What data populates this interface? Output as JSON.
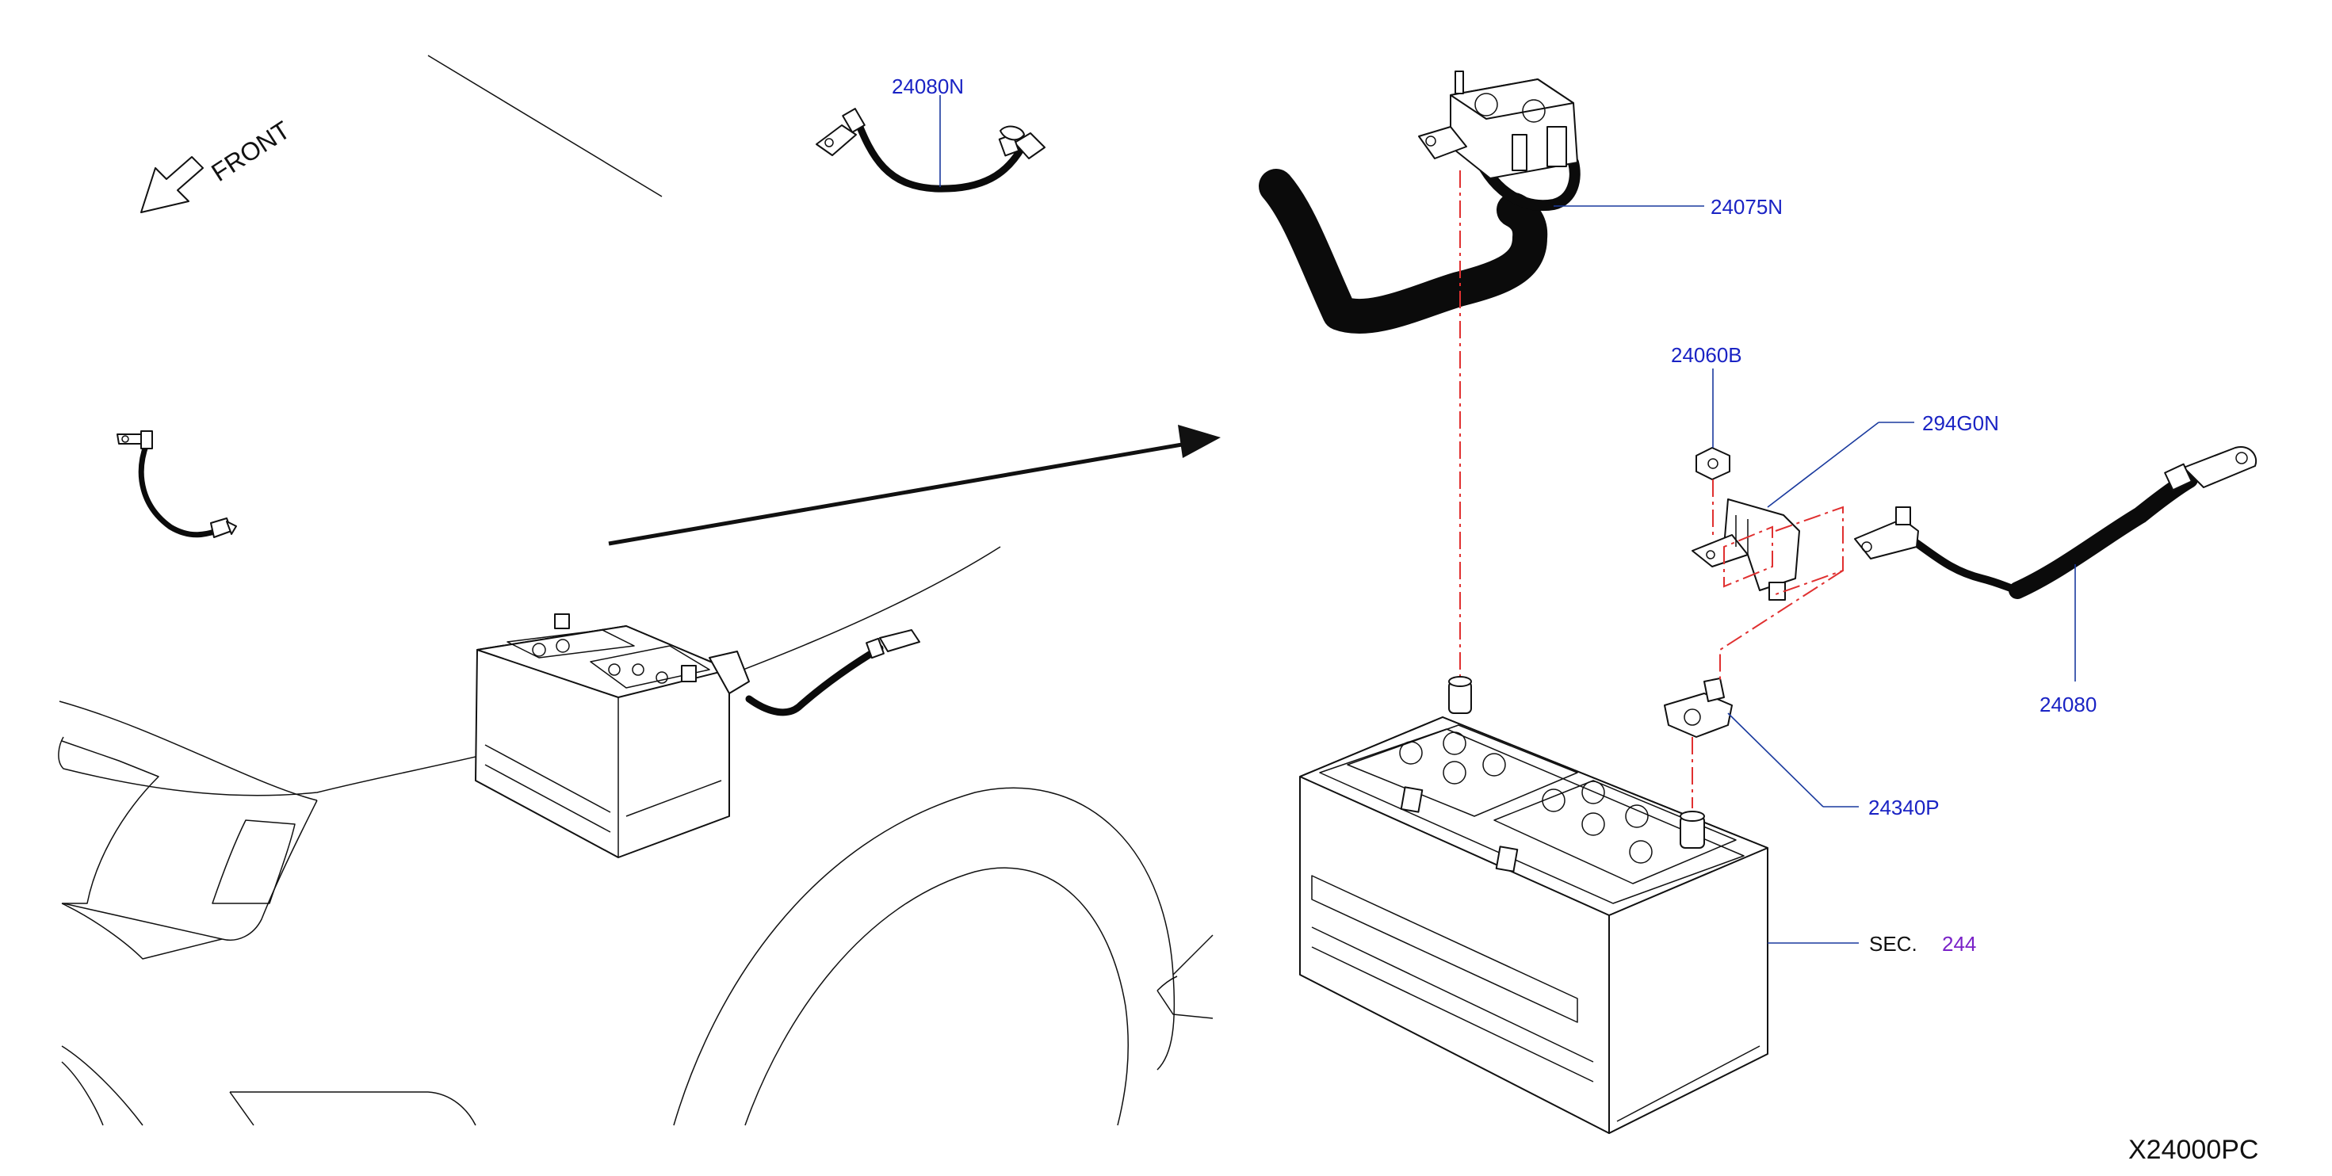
{
  "diagram": {
    "parts": [
      {
        "id": "p_24080N",
        "label": "24080N"
      },
      {
        "id": "p_24075N",
        "label": "24075N"
      },
      {
        "id": "p_24060B",
        "label": "24060B"
      },
      {
        "id": "p_294G0N",
        "label": "294G0N"
      },
      {
        "id": "p_24080",
        "label": "24080"
      },
      {
        "id": "p_24340P",
        "label": "24340P"
      }
    ],
    "section_ref": {
      "prefix": "SEC.",
      "number": "244"
    },
    "direction_label": "FRONT",
    "diagram_code": "X24000PC",
    "colors": {
      "part_label": "#1a23c4",
      "section_number": "#7a22c8",
      "leader_line": "#1a3a9e",
      "phantom_line": "#e03030",
      "linework": "#111111"
    }
  }
}
